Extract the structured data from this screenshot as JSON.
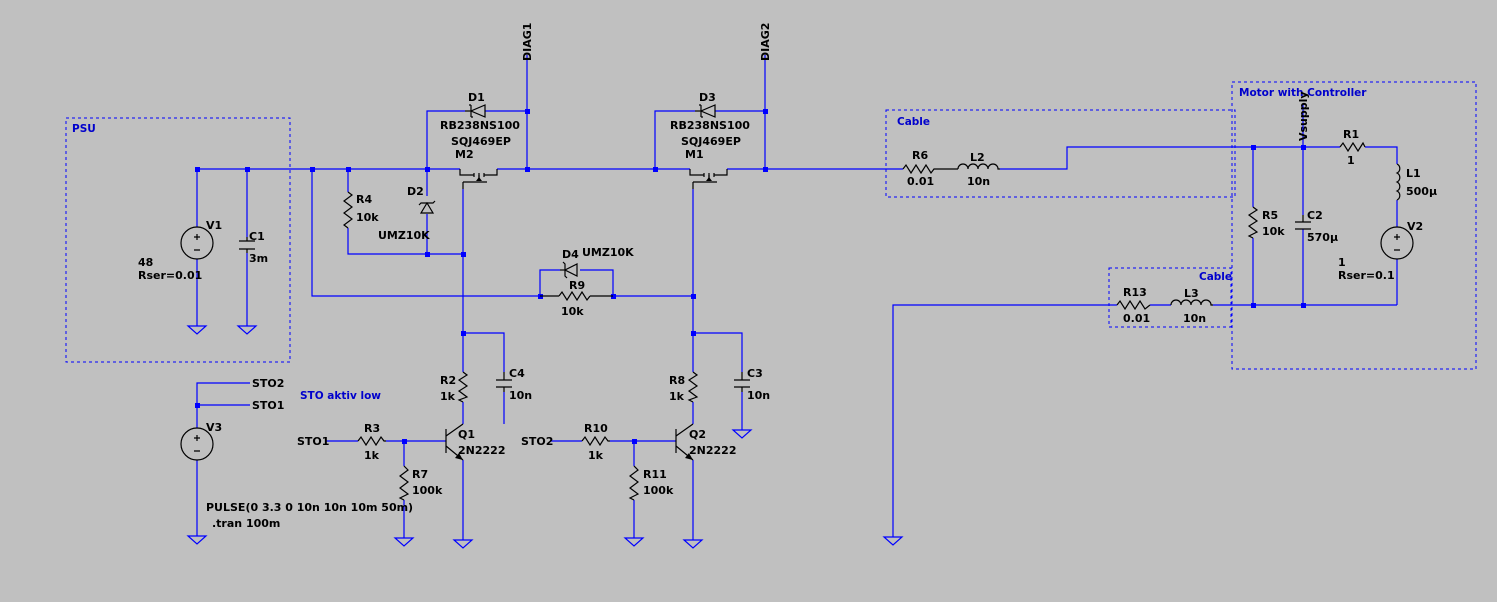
{
  "regions": {
    "psu": "PSU",
    "cable1": "Cable",
    "cable2": "Cable",
    "motor": "Motor with Controller"
  },
  "net_labels": {
    "diag1": "DIAG1",
    "diag2": "DIAG2",
    "vsupply": "Vsupply",
    "sto1_in_q1": "STO1",
    "sto2_in_q2": "STO2",
    "sto2_src": "STO2",
    "sto1_src": "STO1"
  },
  "comment": "STO aktiv low",
  "components": {
    "V1": {
      "ref": "V1",
      "value": "48",
      "extra": "Rser=0.01"
    },
    "C1": {
      "ref": "C1",
      "value": "3m"
    },
    "R4": {
      "ref": "R4",
      "value": "10k"
    },
    "D2": {
      "ref": "D2",
      "value": "UMZ10K"
    },
    "D1": {
      "ref": "D1",
      "value": "RB238NS100"
    },
    "M2": {
      "ref": "M2",
      "value": "SQJ469EP"
    },
    "D3": {
      "ref": "D3",
      "value": "RB238NS100"
    },
    "M1": {
      "ref": "M1",
      "value": "SQJ469EP"
    },
    "D4": {
      "ref": "D4",
      "value": "UMZ10K"
    },
    "R9": {
      "ref": "R9",
      "value": "10k"
    },
    "C4": {
      "ref": "C4",
      "value": "10n"
    },
    "R2": {
      "ref": "R2",
      "value": "1k"
    },
    "Q1": {
      "ref": "Q1",
      "value": "2N2222"
    },
    "R3": {
      "ref": "R3",
      "value": "1k"
    },
    "R7": {
      "ref": "R7",
      "value": "100k"
    },
    "C3": {
      "ref": "C3",
      "value": "10n"
    },
    "R8": {
      "ref": "R8",
      "value": "1k"
    },
    "Q2": {
      "ref": "Q2",
      "value": "2N2222"
    },
    "R10": {
      "ref": "R10",
      "value": "1k"
    },
    "R11": {
      "ref": "R11",
      "value": "100k"
    },
    "V3": {
      "ref": "V3",
      "value": "PULSE(0 3.3 0 10n 10n 10m 50m)"
    },
    "R6": {
      "ref": "R6",
      "value": "0.01"
    },
    "L2": {
      "ref": "L2",
      "value": "10n"
    },
    "R13": {
      "ref": "R13",
      "value": "0.01"
    },
    "L3": {
      "ref": "L3",
      "value": "10n"
    },
    "R5": {
      "ref": "R5",
      "value": "10k"
    },
    "C2": {
      "ref": "C2",
      "value": "570µ"
    },
    "R1": {
      "ref": "R1",
      "value": "1"
    },
    "L1": {
      "ref": "L1",
      "value": "500µ"
    },
    "V2": {
      "ref": "V2",
      "value": "1",
      "extra": "Rser=0.1"
    }
  },
  "directive": ".tran 100m"
}
